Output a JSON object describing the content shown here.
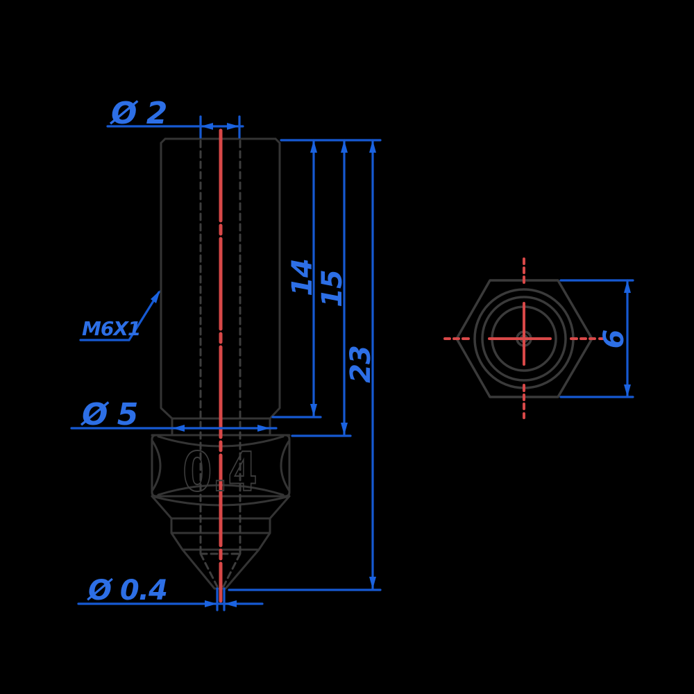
{
  "labels": {
    "bore_diameter": "Ø 2",
    "thread_spec": "M6X1",
    "shoulder_diameter": "Ø 5",
    "orifice_diameter": "Ø 0.4",
    "thread_length": "14",
    "length_to_hex": "15",
    "overall_length": "23",
    "hex_across_flats": "6",
    "nozzle_engraving": "0.4"
  },
  "colors": {
    "background": "#000000",
    "part_outline": "#343434",
    "hidden_line": "#3d3d3d",
    "centerline_red": "#d84848",
    "dimension_blue": "#1659d2",
    "dimension_text_blue": "#2d6fe6"
  }
}
